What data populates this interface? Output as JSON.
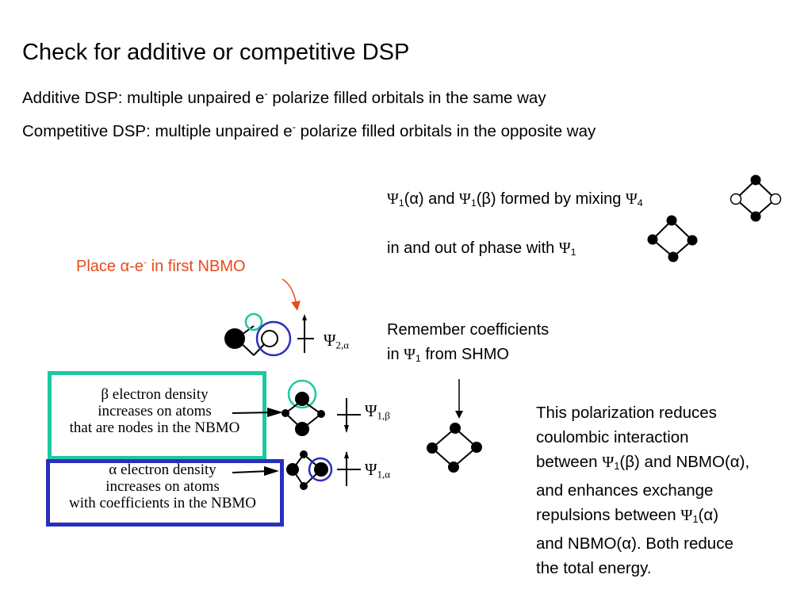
{
  "title": "Check for additive or competitive DSP",
  "additive": {
    "label": "Additive DSP: multiple unpaired e",
    "sup": "-",
    "rest": " polarize filled orbitals in the same way"
  },
  "competitive": {
    "label": "Competitive DSP: multiple unpaired e",
    "sup": "-",
    "rest": " polarize filled orbitals in the opposite way"
  },
  "psi_formed": {
    "psi": "Ψ",
    "sub1": "1",
    "alpha_paren": "(α) and ",
    "sub2": "1",
    "beta_paren": "(β) formed by mixing ",
    "sub3": "4"
  },
  "in_out_phase": {
    "text": "in and out of phase with ",
    "psi": "Ψ",
    "sub": "1"
  },
  "place_alpha": {
    "pre": "Place α-e",
    "sup": "-",
    "post": " in first NBMO"
  },
  "remember": {
    "line1": "Remember coefficients",
    "pre": "in ",
    "psi": "Ψ",
    "sub": "1",
    "post": " from SHMO"
  },
  "polarization": {
    "l1": "This polarization reduces",
    "l2": "coulombic interaction",
    "l3a": "between ",
    "l3b": "(β) and NBMO(α),",
    "l4": "and enhances exchange",
    "l5a": "repulsions between ",
    "l5b": "(α)",
    "l6": "and NBMO(α). Both reduce",
    "l7": "the total energy.",
    "psi": "Ψ",
    "sub": "1"
  },
  "beta_box": {
    "l1": "β electron density",
    "l2": "increases on atoms",
    "l3": "that are nodes in the NBMO",
    "color": "#1ec8a0"
  },
  "alpha_box": {
    "l1": "α electron density",
    "l2": "increases on atoms",
    "l3": "with coefficients in the NBMO",
    "color": "#2a2fbf"
  },
  "levels": {
    "psi2a": "Ψ",
    "psi2a_sub": "2,α",
    "psi1b": "Ψ",
    "psi1b_sub": "1,β",
    "psi1a": "Ψ",
    "psi1a_sub": "1,α"
  },
  "colors": {
    "accent_orange": "#e8491d",
    "teal": "#1ec8a0",
    "blue": "#2a2fbf"
  }
}
